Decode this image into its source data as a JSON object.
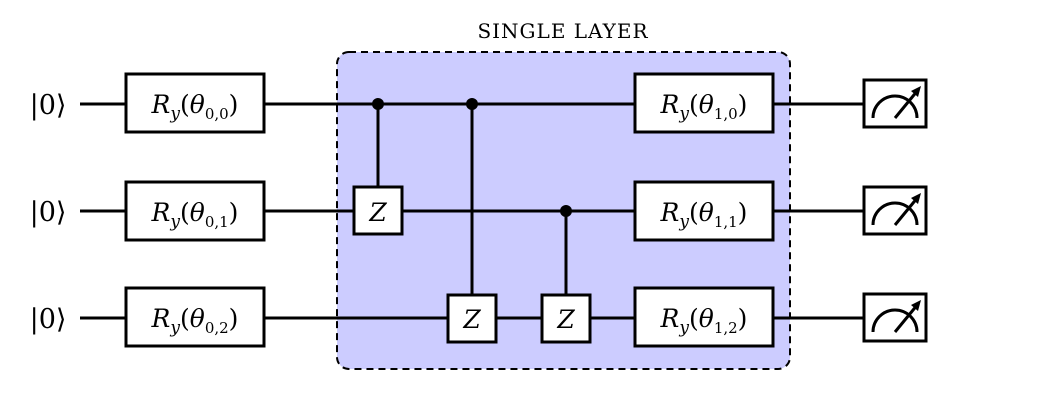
{
  "layer_label": "SINGLE LAYER",
  "colors": {
    "layer_fill": "#ccccff",
    "line": "#000000",
    "gate_fill": "#ffffff"
  },
  "input_states": [
    "|0⟩",
    "|0⟩",
    "|0⟩"
  ],
  "gate_symbol": "R",
  "gate_axis": "y",
  "gate_param": "θ",
  "rotation_layer_0": [
    {
      "sub": "0,0"
    },
    {
      "sub": "0,1"
    },
    {
      "sub": "0,2"
    }
  ],
  "rotation_layer_1": [
    {
      "sub": "1,0"
    },
    {
      "sub": "1,1"
    },
    {
      "sub": "1,2"
    }
  ],
  "entangling_gates": [
    {
      "control": 0,
      "target": 1,
      "label": "Z"
    },
    {
      "control": 0,
      "target": 2,
      "label": "Z"
    },
    {
      "control": 1,
      "target": 2,
      "label": "Z"
    }
  ],
  "measurements": [
    {
      "icon": "measurement-meter-icon"
    },
    {
      "icon": "measurement-meter-icon"
    },
    {
      "icon": "measurement-meter-icon"
    }
  ]
}
